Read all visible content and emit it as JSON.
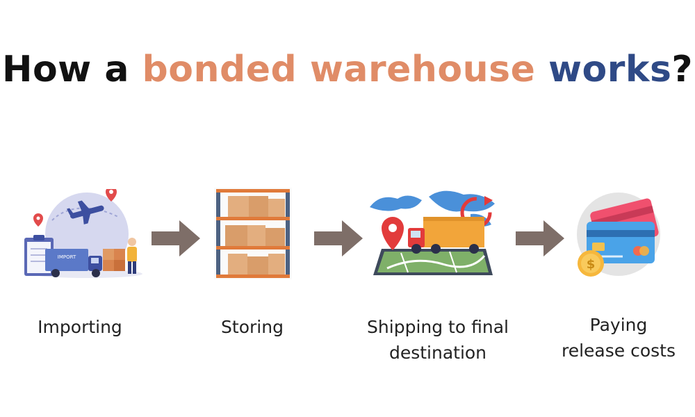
{
  "title": {
    "part1": "How a ",
    "part2": "bonded warehouse",
    "part3": " works",
    "part4": "?"
  },
  "colors": {
    "accent_orange": "#E08C67",
    "accent_blue": "#2F4A86",
    "arrow": "#7E6E68",
    "text": "#222222"
  },
  "steps": [
    {
      "label_lines": [
        "Importing"
      ],
      "icon": "import-plane-truck-icon",
      "icon_text": "IMPORT"
    },
    {
      "label_lines": [
        "Storing"
      ],
      "icon": "warehouse-shelves-icon"
    },
    {
      "label_lines": [
        "Shipping to final",
        "destination"
      ],
      "icon": "delivery-truck-map-icon"
    },
    {
      "label_lines": [
        "Paying",
        "release costs"
      ],
      "icon": "payment-cards-icon"
    }
  ]
}
